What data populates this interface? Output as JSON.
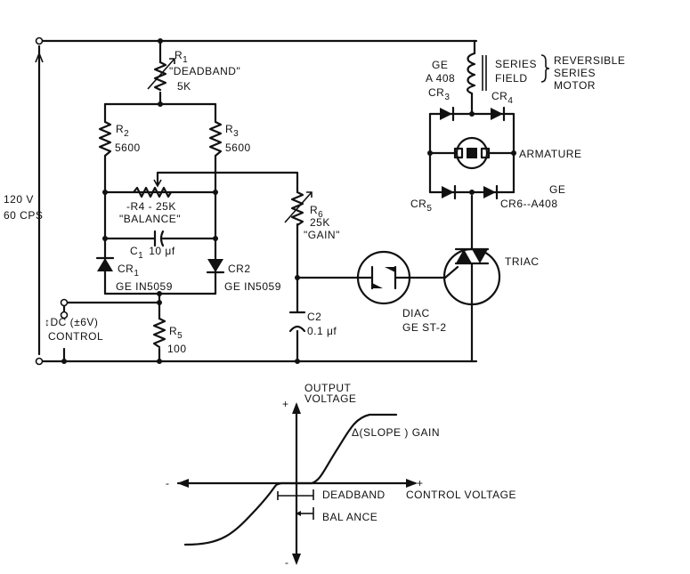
{
  "schematic": {
    "r1": {
      "name": "R",
      "sub": "1",
      "label": "\"DEADBAND\"",
      "value": "5K"
    },
    "r2": {
      "name": "R",
      "sub": "2",
      "value": "5600"
    },
    "r3": {
      "name": "R",
      "sub": "3",
      "value": "5600"
    },
    "r4": {
      "line": "-R4 - 25K",
      "label": "\"BALANCE\""
    },
    "c1": {
      "name": "C",
      "sub": "1",
      "value": "10 μf"
    },
    "cr1": {
      "name": "CR",
      "sub": "1",
      "part": "GE IN5059"
    },
    "cr2": {
      "name": "CR2",
      "part": "GE IN5059"
    },
    "r5": {
      "name": "R",
      "sub": "5",
      "value": "100"
    },
    "r6": {
      "name": "R",
      "sub": "6",
      "value": "25K",
      "label": "\"GAIN\""
    },
    "c2": {
      "name": "C2",
      "value": "0.1 μf"
    },
    "source": {
      "voltage": "120 V",
      "freq": "60 CPS"
    },
    "dc_control": {
      "line1": "↕DC (±6V)",
      "line2": "CONTROL"
    },
    "diac": {
      "name": "DIAC",
      "part": "GE ST-2"
    },
    "triac": {
      "name": "TRIAC"
    },
    "motor": {
      "ge": "GE",
      "a408": "A 408",
      "series_field": [
        "SERIES",
        "FIELD"
      ],
      "title": [
        "REVERSIBLE",
        "SERIES",
        "MOTOR"
      ],
      "armature": "ARMATURE",
      "cr3": "CR",
      "cr3_sub": "3",
      "cr4": "CR",
      "cr4_sub": "4",
      "cr5": "CR",
      "cr5_sub": "5",
      "cr6": "CR6--A408",
      "ge2": "GE"
    }
  },
  "graph": {
    "y_label": [
      "OUTPUT",
      "VOLTAGE"
    ],
    "x_label": "CONTROL VOLTAGE",
    "plus_y": "+",
    "minus_y": "-",
    "plus_x": "+",
    "minus_x": "-",
    "slope": "Δ(SLOPE ) GAIN",
    "deadband": "DEADBAND",
    "balance": "BAL ANCE"
  },
  "colors": {
    "ink": "#111111",
    "paper": "#ffffff"
  }
}
